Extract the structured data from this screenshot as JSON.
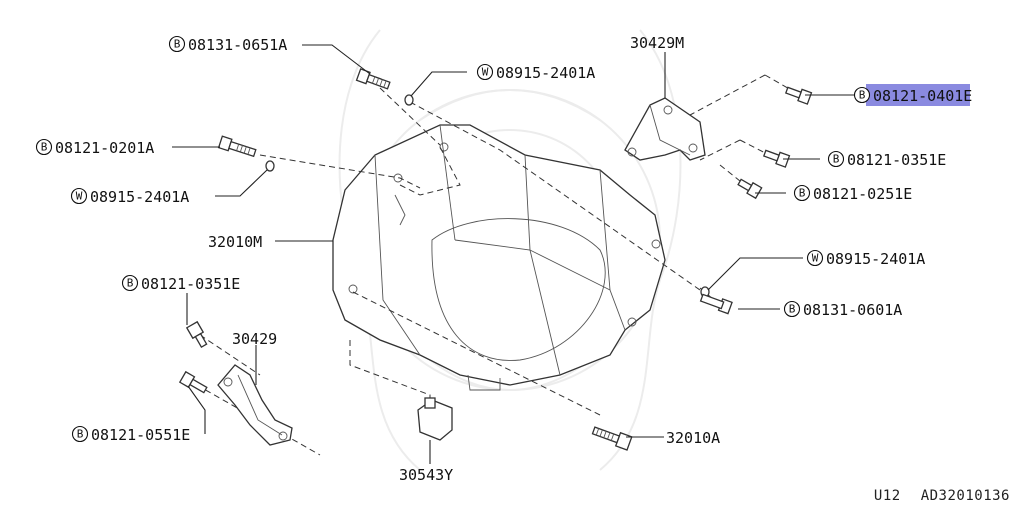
{
  "callouts": [
    {
      "id": "c1",
      "prefix": "B",
      "text": "08131-0651A"
    },
    {
      "id": "c2",
      "prefix": "W",
      "text": "08915-2401A"
    },
    {
      "id": "c3",
      "prefix": "B",
      "text": "08121-0201A"
    },
    {
      "id": "c4",
      "prefix": "W",
      "text": "08915-2401A"
    },
    {
      "id": "c5",
      "prefix": "",
      "text": "32010M"
    },
    {
      "id": "c6",
      "prefix": "",
      "text": "30429M"
    },
    {
      "id": "c7",
      "prefix": "B",
      "text": "08121-0401E",
      "highlight": true
    },
    {
      "id": "c8",
      "prefix": "B",
      "text": "08121-0351E"
    },
    {
      "id": "c9",
      "prefix": "B",
      "text": "08121-0251E"
    },
    {
      "id": "c10",
      "prefix": "W",
      "text": "08915-2401A"
    },
    {
      "id": "c11",
      "prefix": "B",
      "text": "08131-0601A"
    },
    {
      "id": "c12",
      "prefix": "B",
      "text": "08121-0351E"
    },
    {
      "id": "c13",
      "prefix": "",
      "text": "30429"
    },
    {
      "id": "c14",
      "prefix": "B",
      "text": "08121-0551E"
    },
    {
      "id": "c15",
      "prefix": "",
      "text": "32010A"
    },
    {
      "id": "c16",
      "prefix": "",
      "text": "30543Y"
    }
  ],
  "footer": {
    "page": "U12",
    "code": "AD32010136"
  }
}
